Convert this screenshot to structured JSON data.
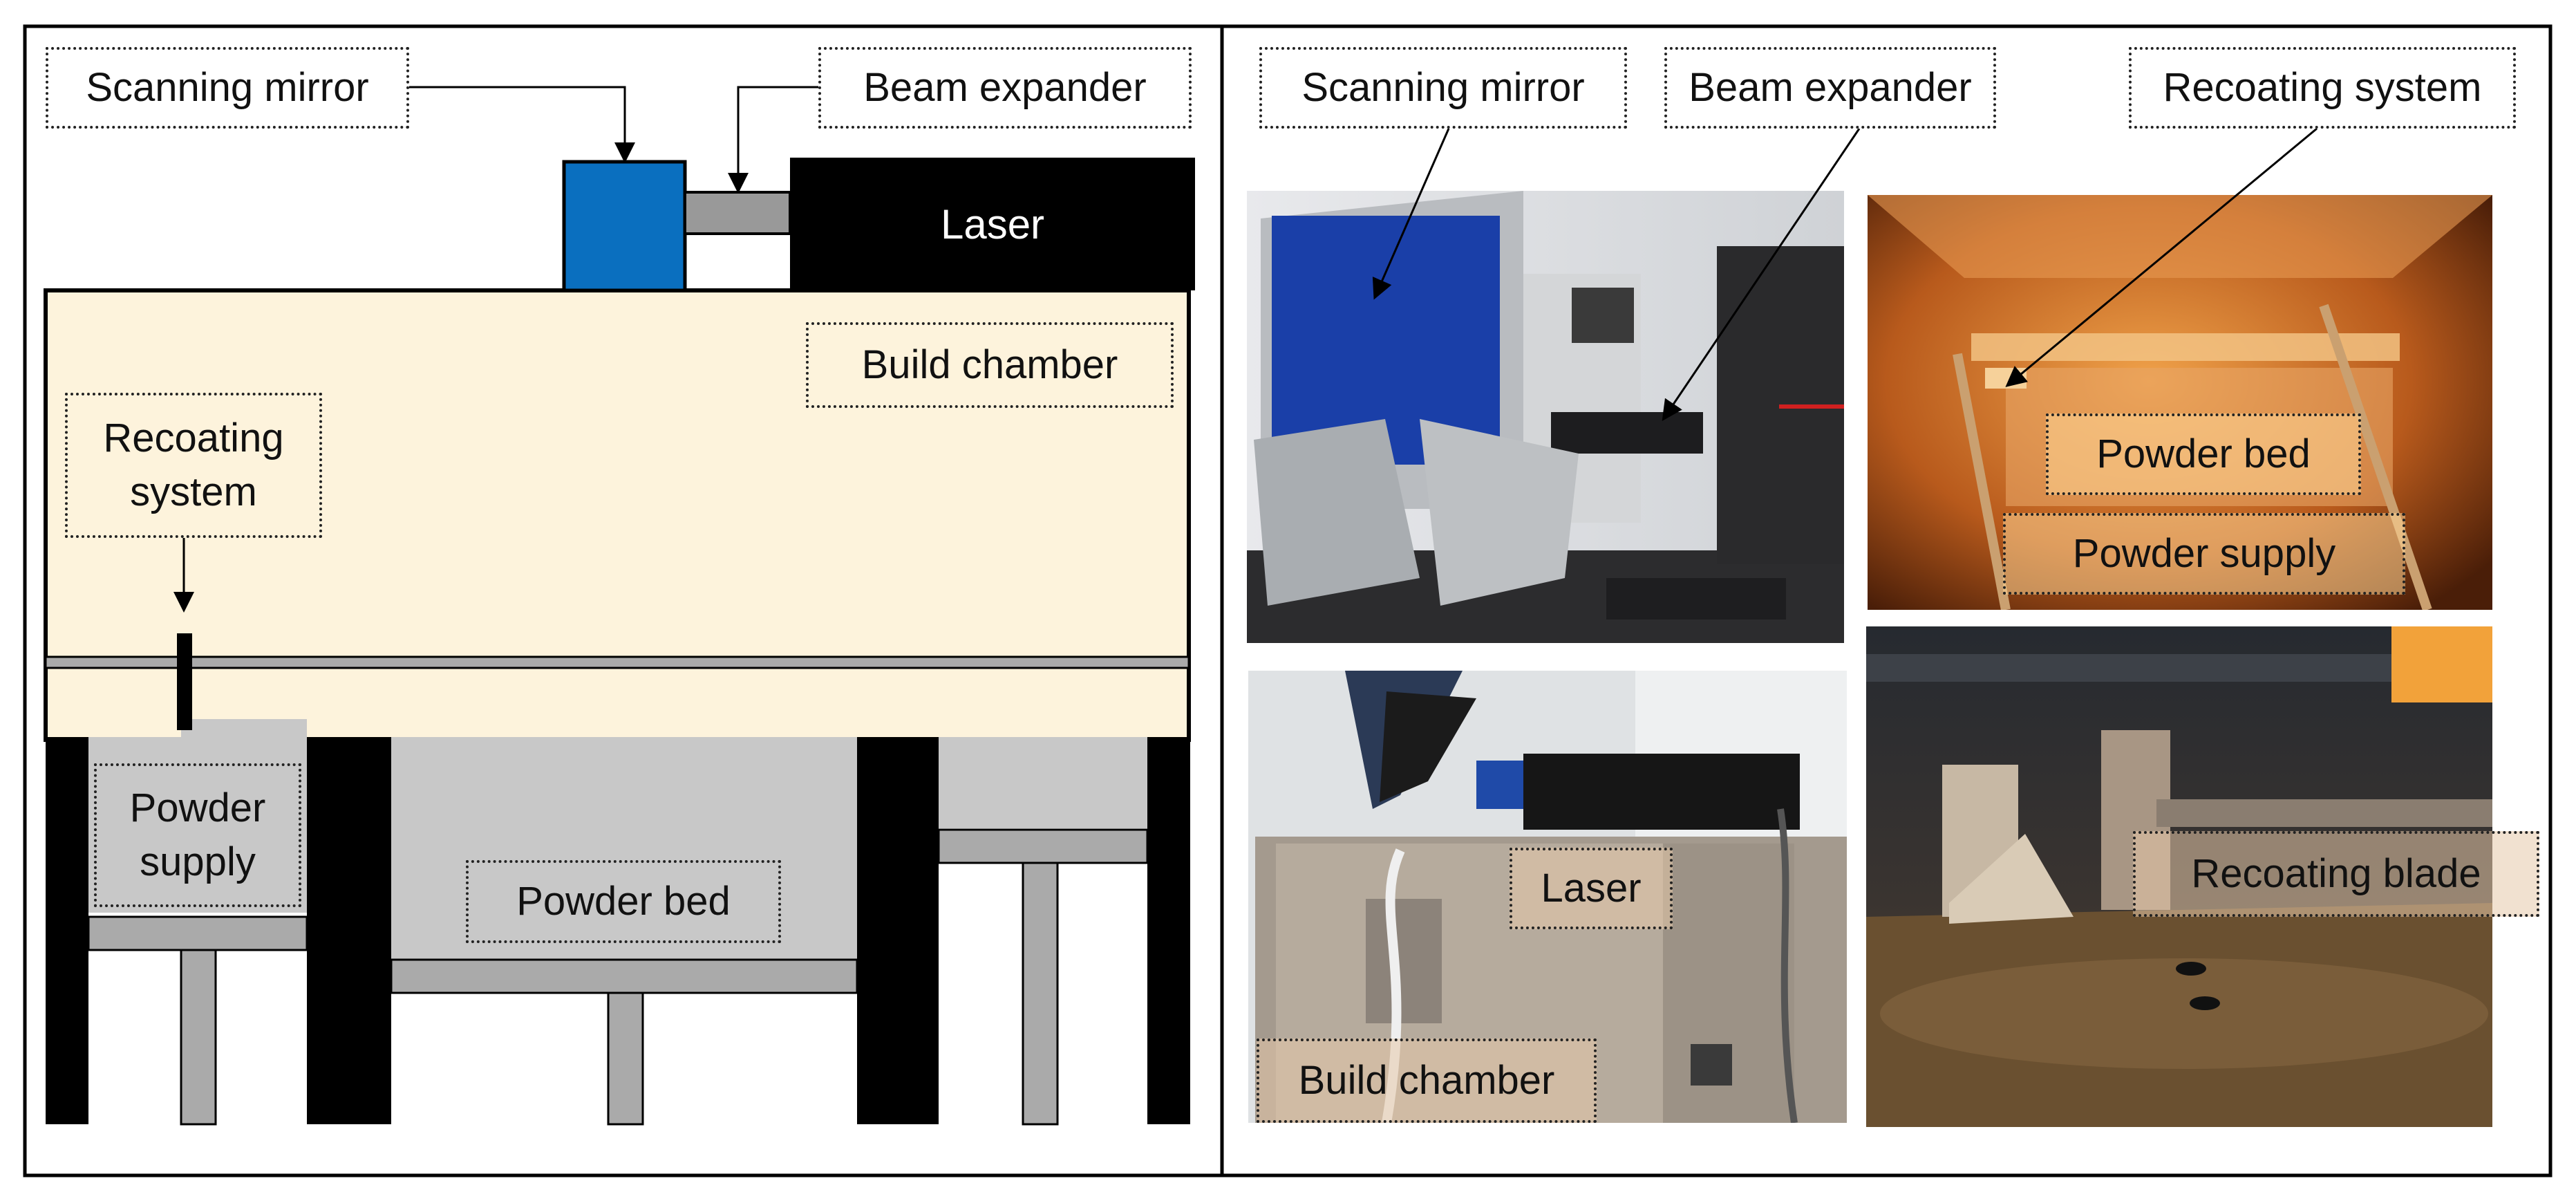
{
  "schematic": {
    "scanning_mirror": "Scanning mirror",
    "beam_expander": "Beam expander",
    "laser": "Laser",
    "build_chamber": "Build chamber",
    "recoating_system": "Recoating\nsystem",
    "powder_supply": "Powder\nsupply",
    "powder_bed": "Powder bed"
  },
  "photos": {
    "scanning_mirror": "Scanning mirror",
    "beam_expander": "Beam expander",
    "recoating_system": "Recoating system",
    "powder_bed": "Powder bed",
    "powder_supply": "Powder supply",
    "laser": "Laser",
    "build_chamber": "Build chamber",
    "recoating_blade": "Recoating blade"
  },
  "colors": {
    "chamber_fill": "#fdf3dc",
    "mirror_blue": "#0a6fbf",
    "machine_gray": "#c8c8c8",
    "beam_gray": "#999999",
    "black": "#000000"
  }
}
